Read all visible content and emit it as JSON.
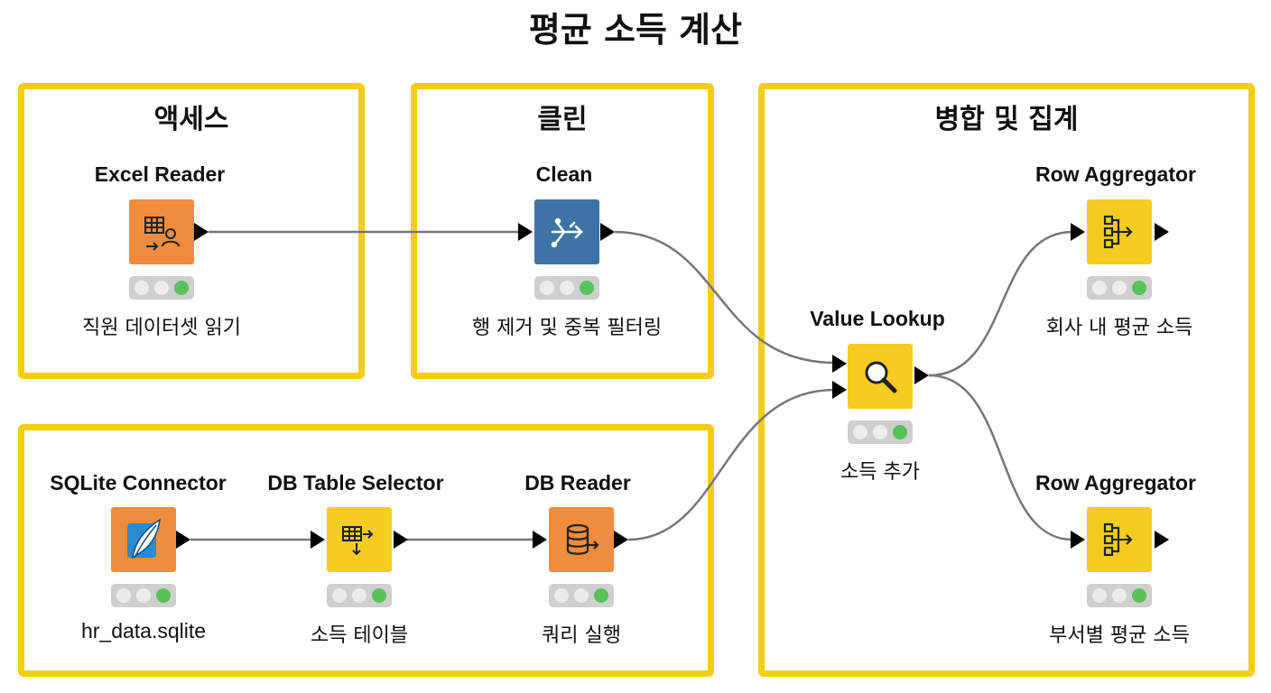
{
  "title": "평균 소득 계산",
  "groups": {
    "access": {
      "title": "액세스"
    },
    "clean": {
      "title": "클린"
    },
    "merge": {
      "title": "병합 및 집계"
    },
    "db": {
      "title": ""
    }
  },
  "colors": {
    "group_border": "#f5cd11",
    "orange": "#f08c3e",
    "blue": "#3d74a6",
    "yellow": "#f5cd20",
    "status_ok": "#58c25a"
  },
  "nodes": {
    "excel_reader": {
      "name": "Excel Reader",
      "label": "직원 데이터셋 읽기",
      "icon": "table-person-icon",
      "color": "orange",
      "status": "green"
    },
    "clean": {
      "name": "Clean",
      "label": "행 제거 및 중복 필터링",
      "icon": "split-arrow-icon",
      "color": "blue",
      "status": "green"
    },
    "value_lookup": {
      "name": "Value Lookup",
      "label": "소득 추가",
      "icon": "magnifier-icon",
      "color": "yellow",
      "status": "green"
    },
    "row_agg_1": {
      "name": "Row Aggregator",
      "label": "회사 내 평균 소득",
      "icon": "aggregate-icon",
      "color": "yellow",
      "status": "green"
    },
    "row_agg_2": {
      "name": "Row Aggregator",
      "label": "부서별 평균 소득",
      "icon": "aggregate-icon",
      "color": "yellow",
      "status": "green"
    },
    "sqlite_connector": {
      "name": "SQLite Connector",
      "label": "hr_data.sqlite",
      "icon": "feather-icon",
      "color": "orange",
      "status": "green"
    },
    "db_table_selector": {
      "name": "DB Table Selector",
      "label": "소득 테이블",
      "icon": "table-select-icon",
      "color": "yellow",
      "status": "green"
    },
    "db_reader": {
      "name": "DB Reader",
      "label": "쿼리 실행",
      "icon": "database-icon",
      "color": "orange",
      "status": "green"
    }
  },
  "connections": [
    {
      "from": "excel_reader",
      "to": "clean"
    },
    {
      "from": "clean",
      "to": "value_lookup"
    },
    {
      "from": "db_reader",
      "to": "value_lookup"
    },
    {
      "from": "value_lookup",
      "to": "row_agg_1"
    },
    {
      "from": "value_lookup",
      "to": "row_agg_2"
    },
    {
      "from": "sqlite_connector",
      "to": "db_table_selector"
    },
    {
      "from": "db_table_selector",
      "to": "db_reader"
    }
  ]
}
